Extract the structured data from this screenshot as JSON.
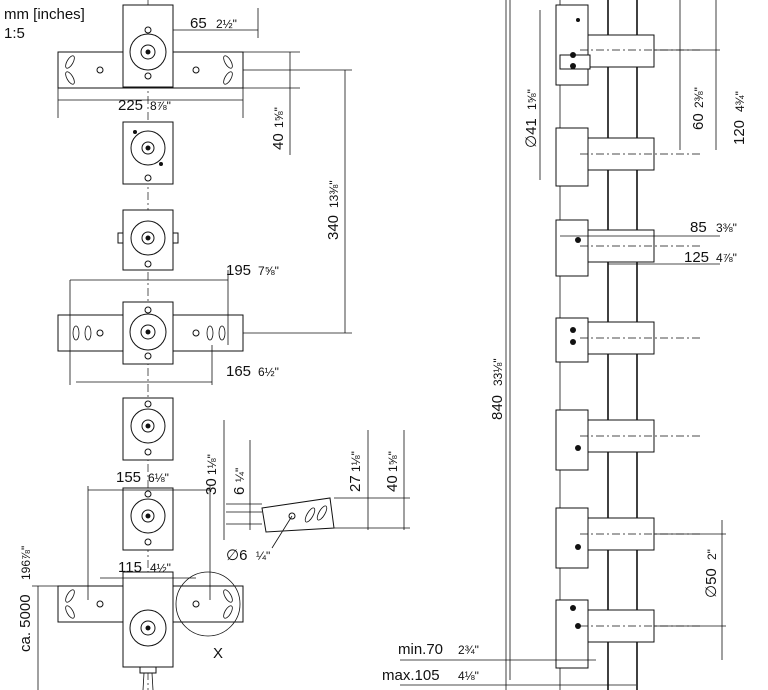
{
  "header": {
    "units": "mm [inches]",
    "scale": "1:5"
  },
  "dimensions": {
    "d65": "65",
    "d65_in": "2½\"",
    "d225": "225",
    "d225_in": "8⅞\"",
    "d40a": "40",
    "d40a_in": "1⅝\"",
    "d340": "340",
    "d340_in": "13⅜\"",
    "d195": "195",
    "d195_in": "7⅝\"",
    "d165": "165",
    "d165_in": "6½\"",
    "d155": "155",
    "d155_in": "6⅛\"",
    "d30": "30",
    "d30_in": "1⅛\"",
    "d6": "6",
    "d6_in": "¼\"",
    "d27": "27",
    "d27_in": "1⅛\"",
    "d40b": "40",
    "d40b_in": "1⅝\"",
    "dia6": "∅6",
    "dia6_in": "¼\"",
    "d115": "115",
    "d115_in": "4½\"",
    "ca5000": "ca. 5000",
    "ca5000_in": "196⅞\"",
    "detail_x": "X",
    "dia41": "∅41",
    "dia41_in": "1⅝\"",
    "d60": "60",
    "d60_in": "2⅜\"",
    "d120": "120",
    "d120_in": "4¾\"",
    "d85": "85",
    "d85_in": "3⅜\"",
    "d125": "125",
    "d125_in": "4⅞\"",
    "d840": "840",
    "d840_in": "33⅛\"",
    "dia50": "∅50",
    "dia50_in": "2\"",
    "min70": "min.70",
    "min70_in": "2¾\"",
    "max105": "max.105",
    "max105_in": "4⅛\""
  }
}
